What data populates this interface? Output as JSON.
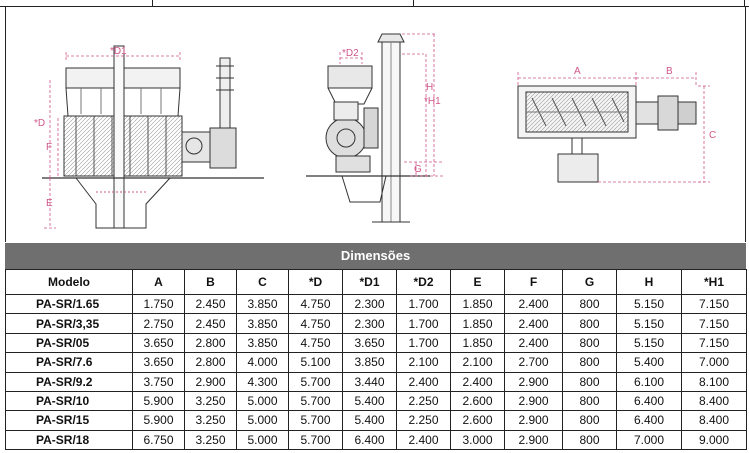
{
  "banner": "Dimensões",
  "headers": [
    "Modelo",
    "A",
    "B",
    "C",
    "*D",
    "*D1",
    "*D2",
    "E",
    "F",
    "G",
    "H",
    "*H1"
  ],
  "rows": [
    [
      "PA-SR/1.65",
      "1.750",
      "2.450",
      "3.850",
      "4.750",
      "2.300",
      "1.700",
      "1.850",
      "2.400",
      "800",
      "5.150",
      "7.150"
    ],
    [
      "PA-SR/3,35",
      "2.750",
      "2.450",
      "3.850",
      "4.750",
      "2.300",
      "1.700",
      "1.850",
      "2.400",
      "800",
      "5.150",
      "7.150"
    ],
    [
      "PA-SR/05",
      "3.650",
      "2.800",
      "3.850",
      "4.750",
      "3.650",
      "1.700",
      "1.850",
      "2.400",
      "800",
      "5.150",
      "7.150"
    ],
    [
      "PA-SR/7.6",
      "3.650",
      "2.800",
      "4.000",
      "5.100",
      "3.850",
      "2.100",
      "2.100",
      "2.700",
      "800",
      "5.400",
      "7.000"
    ],
    [
      "PA-SR/9.2",
      "3.750",
      "2.900",
      "4.300",
      "5.700",
      "3.440",
      "2.400",
      "2.400",
      "2.900",
      "800",
      "6.100",
      "8.100"
    ],
    [
      "PA-SR/10",
      "5.900",
      "3.250",
      "5.000",
      "5.700",
      "5.400",
      "2.250",
      "2.600",
      "2.900",
      "800",
      "6.400",
      "8.400"
    ],
    [
      "PA-SR/15",
      "5.900",
      "3.250",
      "5.000",
      "5.700",
      "5.400",
      "2.250",
      "2.600",
      "2.900",
      "800",
      "6.400",
      "8.400"
    ],
    [
      "PA-SR/18",
      "6.750",
      "3.250",
      "5.000",
      "5.700",
      "6.400",
      "2.400",
      "3.000",
      "2.900",
      "800",
      "7.000",
      "9.000"
    ]
  ],
  "drawing_labels": {
    "front": {
      "d1": "*D1",
      "d": "*D",
      "f": "F",
      "e": "E"
    },
    "side": {
      "d2": "*D2",
      "h": "H",
      "h1": "*H1",
      "g": "G"
    },
    "top": {
      "a": "A",
      "b": "B",
      "c": "C"
    }
  },
  "colors": {
    "banner_bg": "#6f6f6f",
    "dimension_line": "#d0568a",
    "drawing_line": "#333333"
  }
}
